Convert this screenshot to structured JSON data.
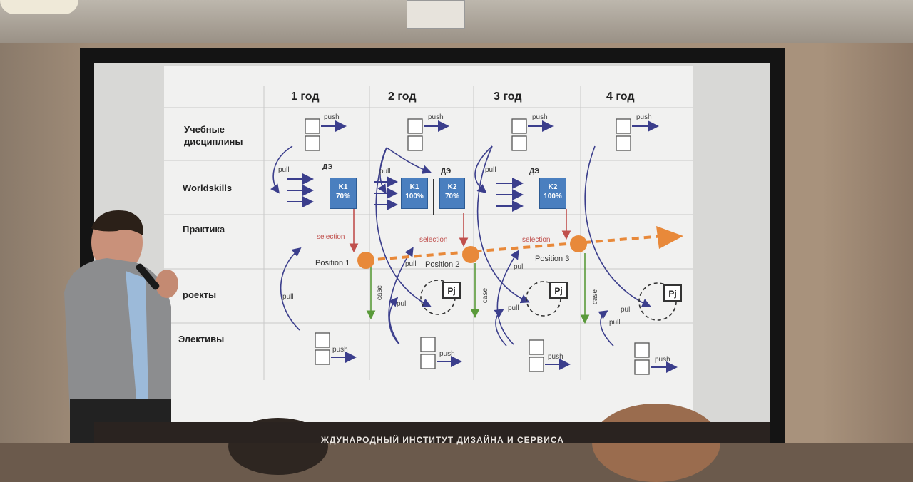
{
  "slide": {
    "years": [
      "1 год",
      "2 год",
      "3 год",
      "4 год"
    ],
    "rows": [
      "Учебные дисциплины",
      "Worldskills",
      "Практика",
      "роекты",
      "Элективы"
    ],
    "push_label": "push",
    "pull_label": "pull",
    "case_label": "case",
    "de_label": "ДЭ",
    "selection_label": "selection",
    "positions": [
      "Position 1",
      "Position 2",
      "Position 3"
    ],
    "k_boxes": [
      {
        "title": "K1",
        "value": "70%"
      },
      {
        "title": "K1",
        "value": "100%"
      },
      {
        "title": "K2",
        "value": "70%"
      },
      {
        "title": "K2",
        "value": "100%"
      }
    ],
    "project_label": "Pj"
  },
  "footer": {
    "text": "ЖДУНАРОДНЫЙ ИНСТИТУТ ДИЗАЙНА И СЕРВИСА"
  },
  "colors": {
    "accent_orange": "#e8893a",
    "arrow_blue": "#3b3e8c",
    "selection_red": "#c0504d",
    "case_green": "#5a9a3a",
    "k_blue": "#4a7fbf"
  }
}
